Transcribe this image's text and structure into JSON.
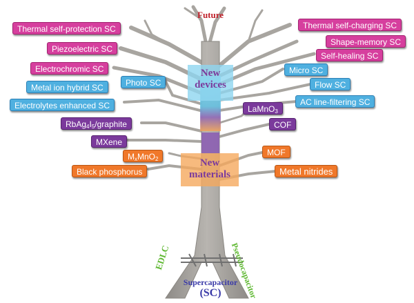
{
  "title": "Future",
  "trunk": {
    "label_main": "Supercapacitor",
    "label_abbr": "(SC)",
    "left_root": "EDLC",
    "right_root": "Pseudocapacitor"
  },
  "bands": {
    "devices_line1": "New",
    "devices_line2": "devices",
    "materials_line1": "New",
    "materials_line2": "materials"
  },
  "labels": {
    "thermal_self_protection": "Thermal self-protection SC",
    "piezoelectric": "Piezoelectric SC",
    "electrochromic": "Electrochromic SC",
    "metal_ion_hybrid": "Metal ion hybrid SC",
    "photo": "Photo SC",
    "electrolytes_enhanced": "Electrolytes enhanced SC",
    "rbag_pre": "RbAg",
    "rbag_sub1": "4",
    "rbag_mid": "I",
    "rbag_sub2": "5",
    "rbag_post": "/graphite",
    "mxene": "MXene",
    "mxmno2_m": "M",
    "mxmno2_x": "x",
    "mxmno2_rest": "MnO",
    "mxmno2_2": "2",
    "black_phosphorus": "Black phosphorus",
    "thermal_self_charging": "Thermal self-charging SC",
    "shape_memory": "Shape-memory SC",
    "self_healing": "Self-healing SC",
    "micro": "Micro SC",
    "flow": "Flow SC",
    "ac_line_filtering": "AC line-filtering SC",
    "lamno3_pre": "LaMnO",
    "lamno3_sub": "3",
    "cof": "COF",
    "mof": "MOF",
    "metal_nitrides": "Metal nitrides"
  },
  "colors": {
    "pink": "#d63f9e",
    "blue": "#4fb0e0",
    "purple": "#7b3a9c",
    "orange": "#f0782a",
    "trunk": "#a9a6a1",
    "title_red": "#c0202a",
    "green": "#5fb832",
    "navy": "#3a3aa8"
  }
}
